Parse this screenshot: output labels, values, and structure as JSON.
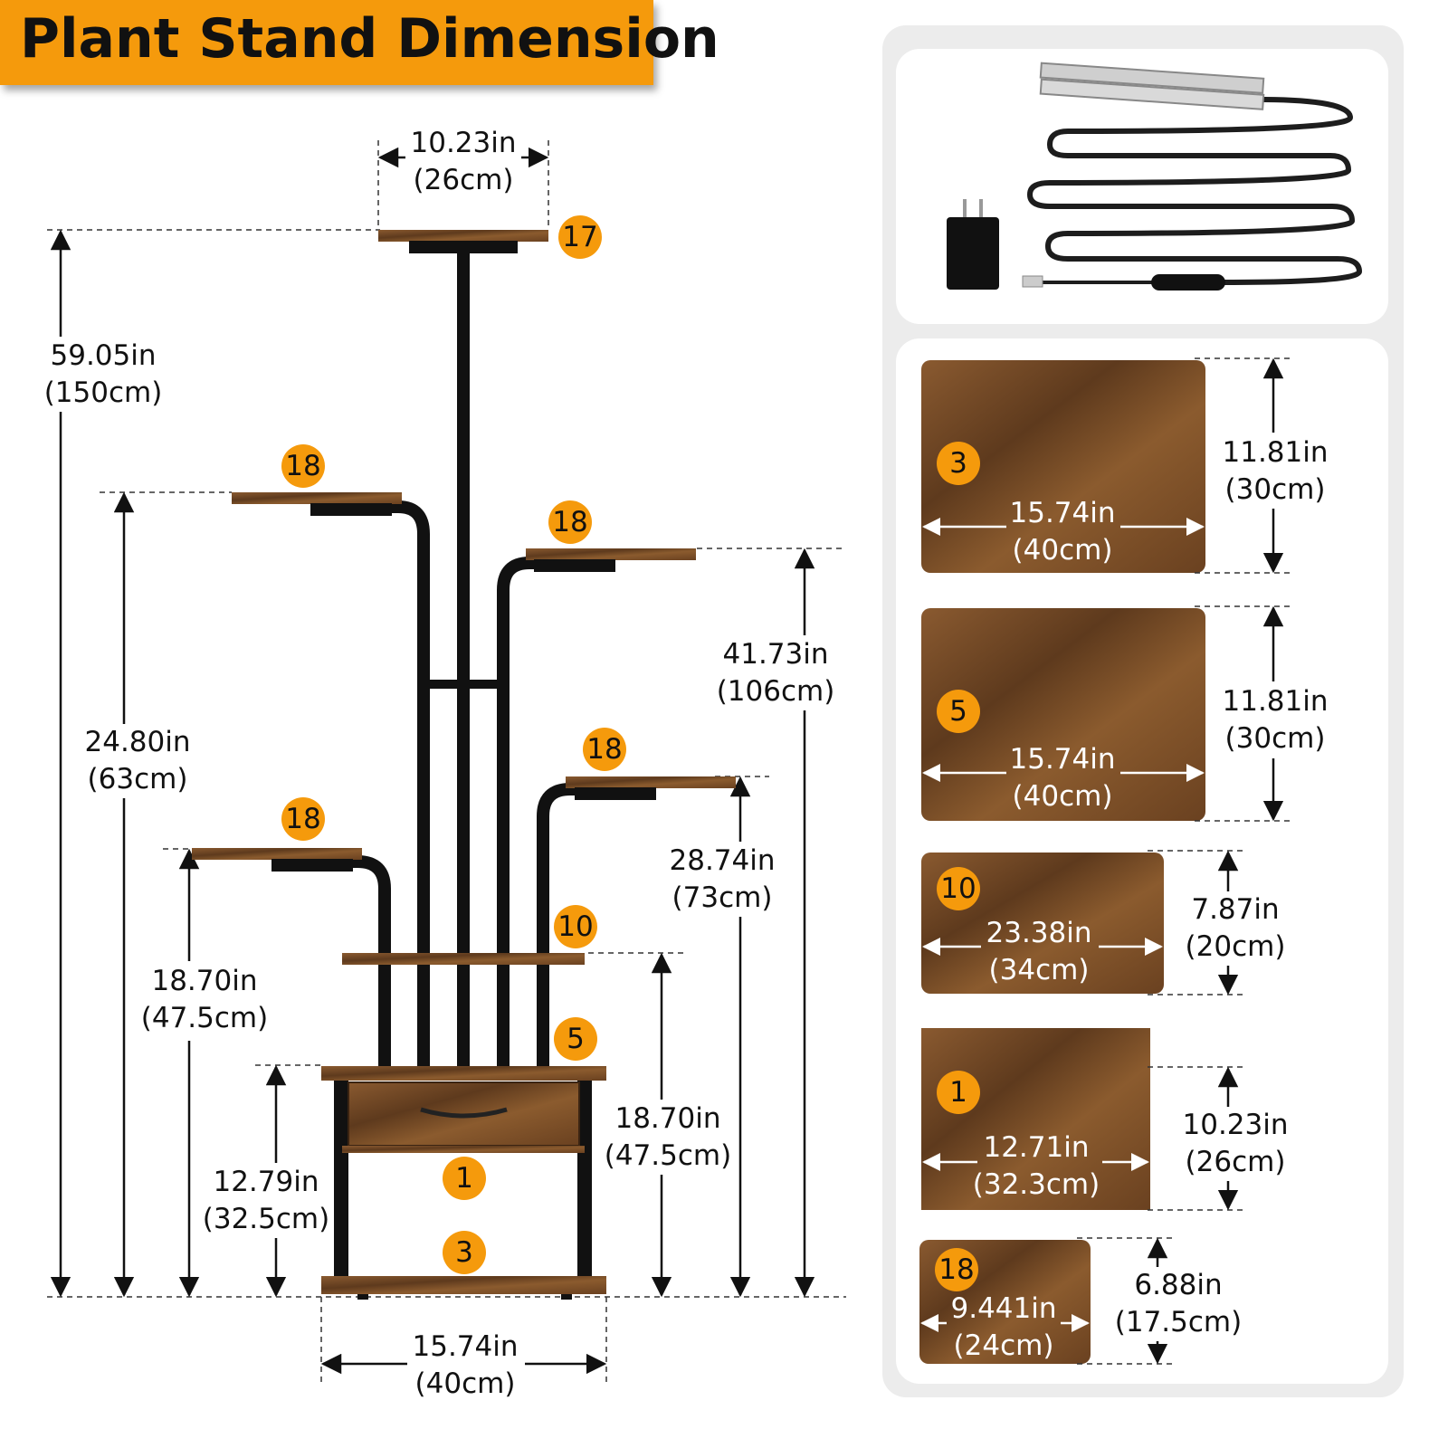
{
  "title": "Plant Stand Dimension",
  "stand": {
    "top_width": {
      "in": "10.23in",
      "cm": "(26cm)"
    },
    "total_height": {
      "in": "59.05in",
      "cm": "(150cm)"
    },
    "left_upper_height": {
      "in": "24.80in",
      "cm": "(63cm)"
    },
    "left_lower_height": {
      "in": "18.70in",
      "cm": "(47.5cm)"
    },
    "drawer_height": {
      "in": "12.79in",
      "cm": "(32.5cm)"
    },
    "right_upper_height": {
      "in": "41.73in",
      "cm": "(106cm)"
    },
    "right_middle_height": {
      "in": "28.74in",
      "cm": "(73cm)"
    },
    "right_lower_height": {
      "in": "18.70in",
      "cm": "(47.5cm)"
    },
    "base_width": {
      "in": "15.74in",
      "cm": "(40cm)"
    },
    "badges": [
      "17",
      "18",
      "18",
      "18",
      "18",
      "10",
      "5",
      "1",
      "3"
    ]
  },
  "boards": [
    {
      "badge": "3",
      "width": {
        "in": "15.74in",
        "cm": "(40cm)"
      },
      "depth": {
        "in": "11.81in",
        "cm": "(30cm)"
      }
    },
    {
      "badge": "5",
      "width": {
        "in": "15.74in",
        "cm": "(40cm)"
      },
      "depth": {
        "in": "11.81in",
        "cm": "(30cm)"
      }
    },
    {
      "badge": "10",
      "width": {
        "in": "23.38in",
        "cm": "(34cm)"
      },
      "depth": {
        "in": "7.87in",
        "cm": "(20cm)"
      }
    },
    {
      "badge": "1",
      "width": {
        "in": "12.71in",
        "cm": "(32.3cm)"
      },
      "depth": {
        "in": "10.23in",
        "cm": "(26cm)"
      }
    },
    {
      "badge": "18",
      "width": {
        "in": "9.441in",
        "cm": "(24cm)"
      },
      "depth": {
        "in": "6.88in",
        "cm": "(17.5cm)"
      }
    }
  ],
  "colors": {
    "accent": "#f59a0c",
    "wood": "#7a4a25",
    "metal": "#111111",
    "panel_bg": "#ececec"
  }
}
